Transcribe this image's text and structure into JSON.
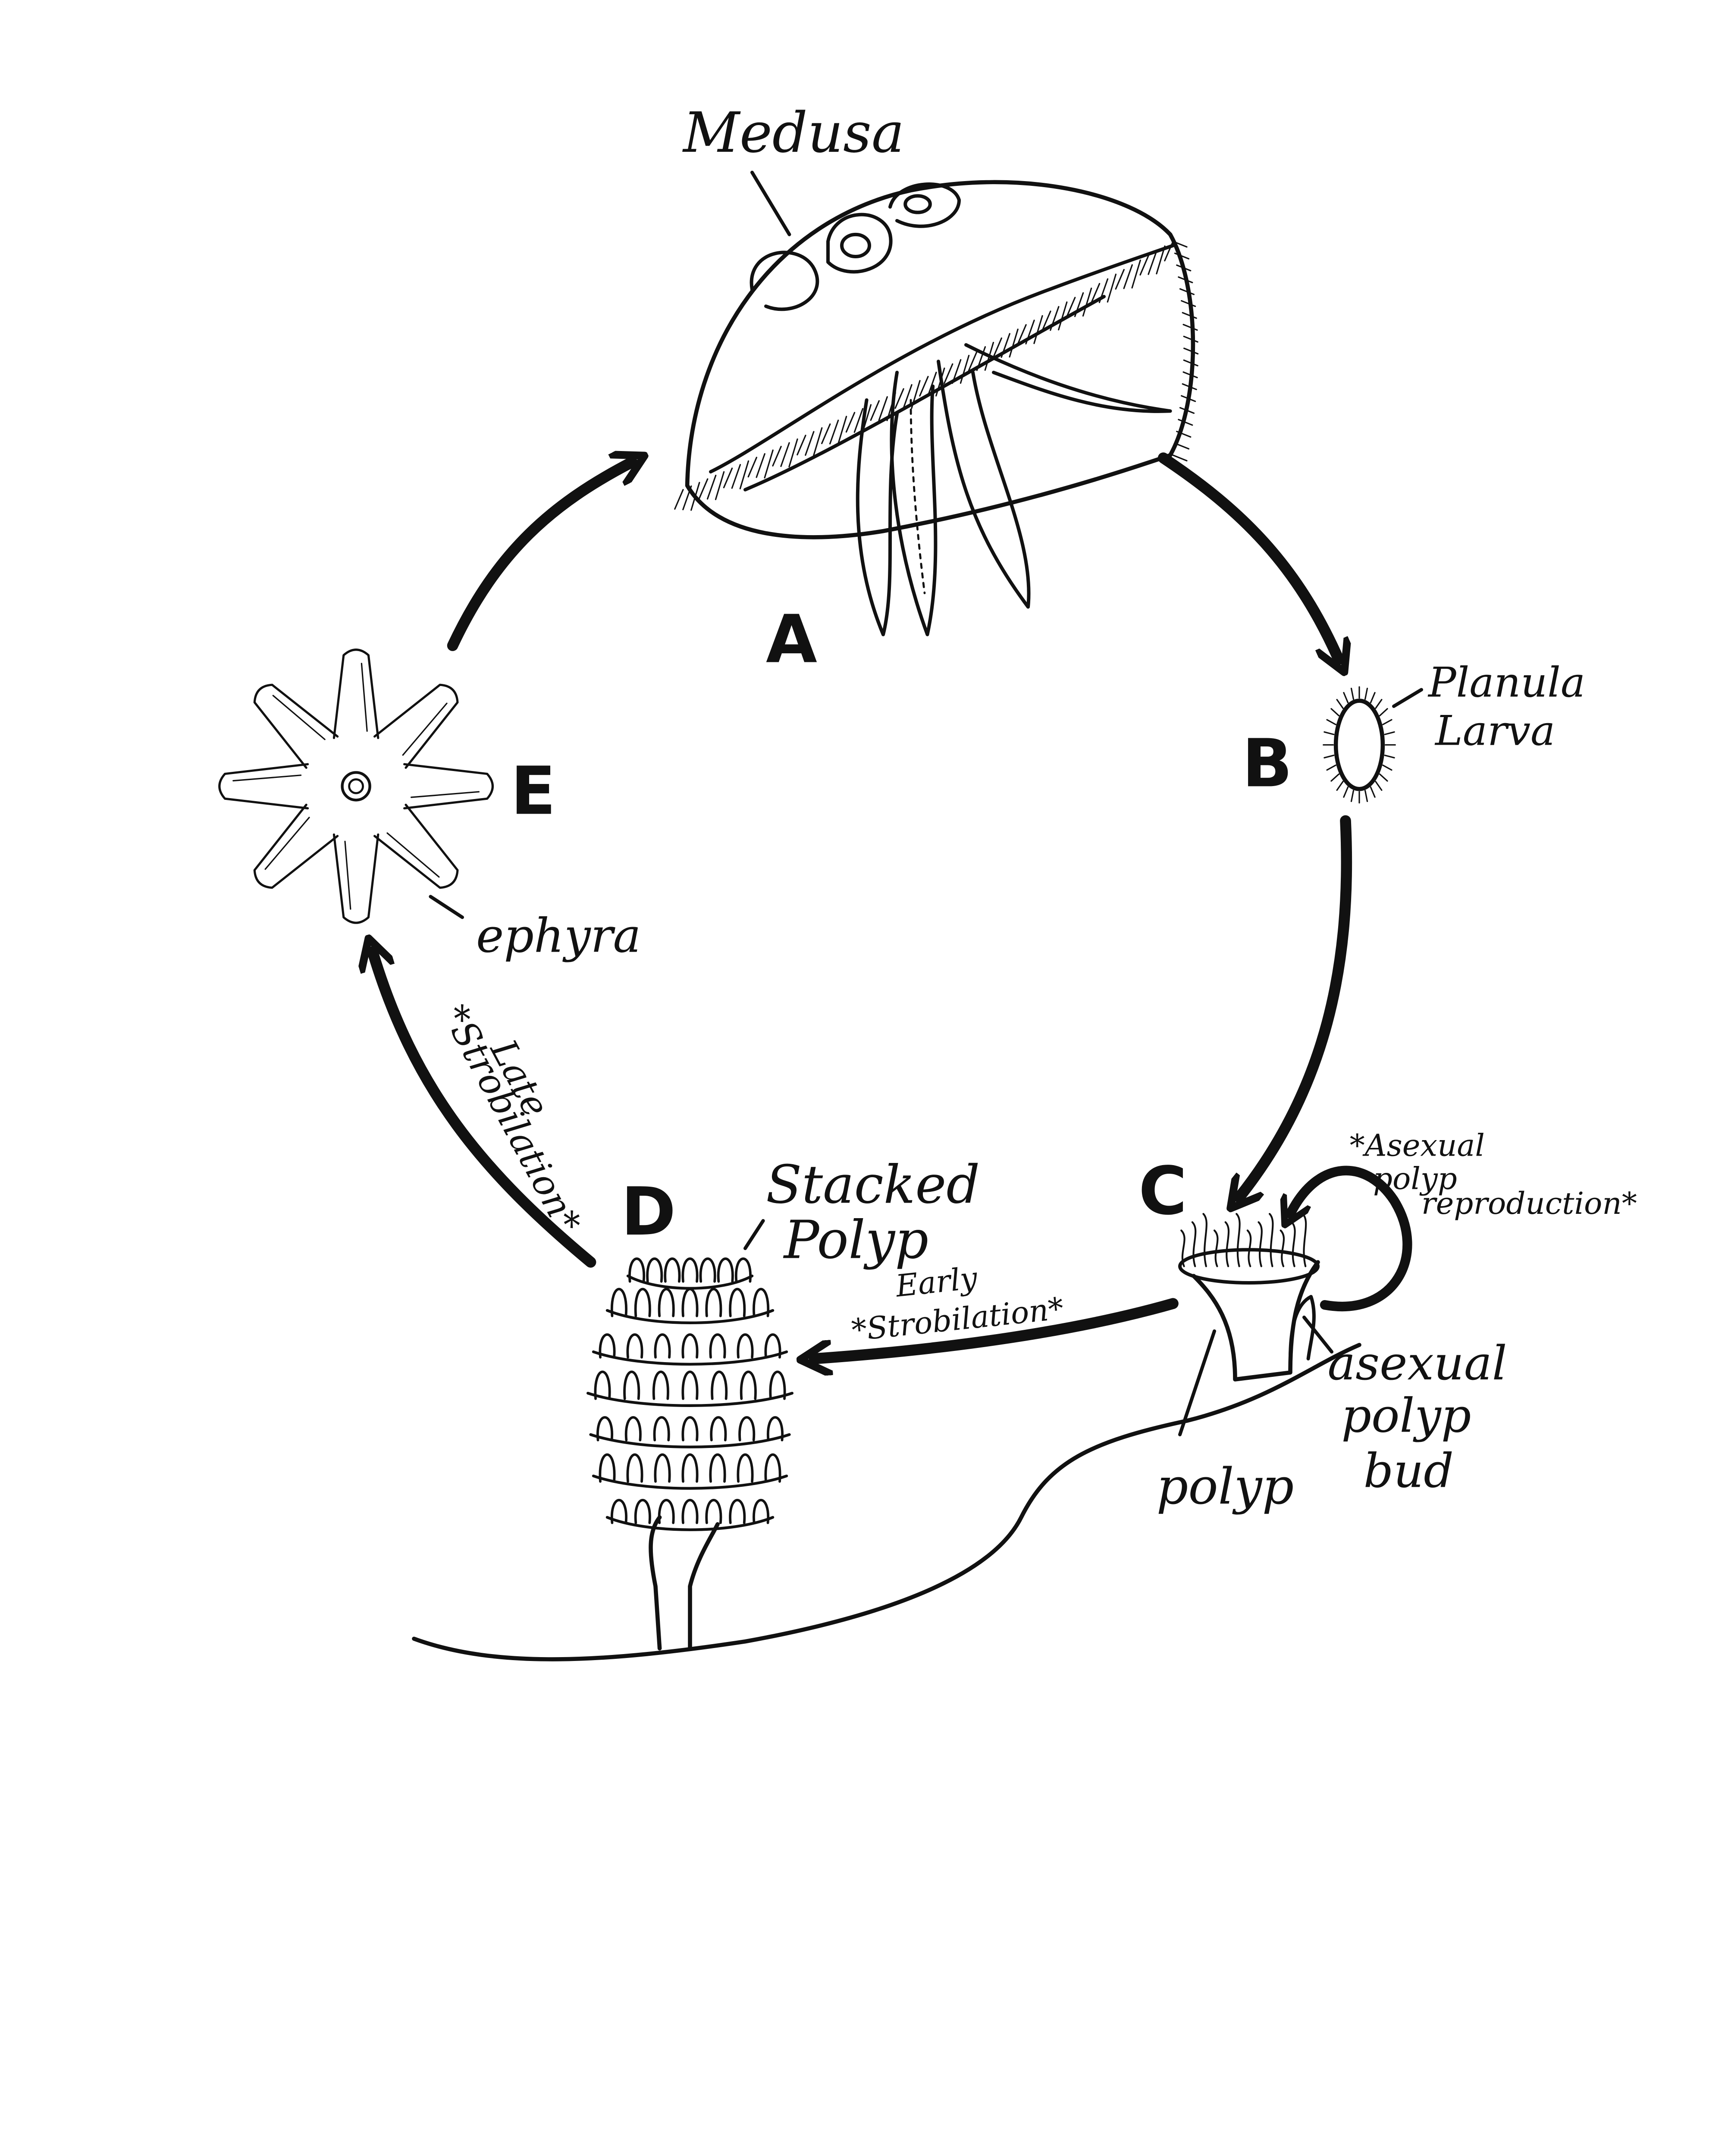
{
  "stages": {
    "a": {
      "letter": "A",
      "name": "Medusa"
    },
    "b": {
      "letter": "B",
      "name_line1": "Planula",
      "name_line2": "Larva"
    },
    "c": {
      "letter": "C",
      "polyp": "polyp",
      "bud_line1": "asexual",
      "bud_line2": "polyp",
      "bud_line3": "bud"
    },
    "d": {
      "letter": "D",
      "name_line1": "Stacked",
      "name_line2": "Polyp"
    },
    "e": {
      "letter": "E",
      "name": "ephyra"
    }
  },
  "transitions": {
    "asexual_repro_line1": "*Asexual",
    "asexual_repro_line2": "polyp",
    "asexual_repro_line3": "reproduction*",
    "early_line1": "Early",
    "early_line2": "*Strobilation*",
    "late_line1": "Late",
    "late_line2": "*Strobilation*"
  }
}
